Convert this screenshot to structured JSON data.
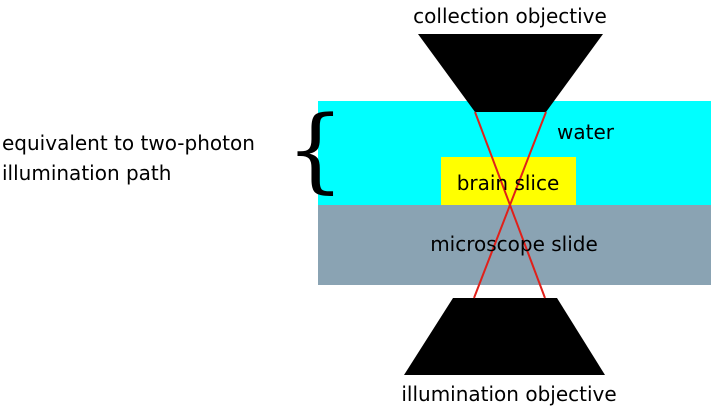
{
  "labels": {
    "top": "collection objective",
    "bottom": "illumination objective",
    "water": "water",
    "slice": "brain slice",
    "slide": "microscope slide",
    "side_line1": "equivalent to two-photon",
    "side_line2": "illumination path"
  },
  "colors": {
    "water": "#00ffff",
    "slice": "#ffff00",
    "slide": "#8aa3b3",
    "objective": "#000000",
    "beam": "#e0201a"
  }
}
